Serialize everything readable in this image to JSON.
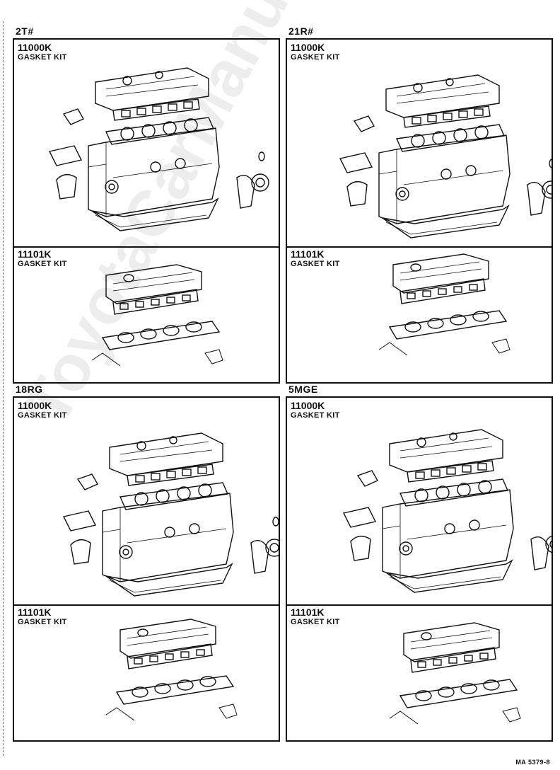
{
  "sections": [
    {
      "engine": "2T#",
      "kits": [
        {
          "part_no": "11000K",
          "name": "GASKET KIT"
        },
        {
          "part_no": "11101K",
          "name": "GASKET KIT"
        }
      ]
    },
    {
      "engine": "21R#",
      "kits": [
        {
          "part_no": "11000K",
          "name": "GASKET KIT"
        },
        {
          "part_no": "11101K",
          "name": "GASKET KIT"
        }
      ]
    },
    {
      "engine": "18RG",
      "kits": [
        {
          "part_no": "11000K",
          "name": "GASKET KIT"
        },
        {
          "part_no": "11101K",
          "name": "GASKET KIT"
        }
      ]
    },
    {
      "engine": "5MGE",
      "kits": [
        {
          "part_no": "11000K",
          "name": "GASKET KIT"
        },
        {
          "part_no": "11101K",
          "name": "GASKET KIT"
        }
      ]
    }
  ],
  "footer": {
    "doc_code": "MA  5379-8"
  },
  "watermark": "ToyotaCarManual.ru"
}
